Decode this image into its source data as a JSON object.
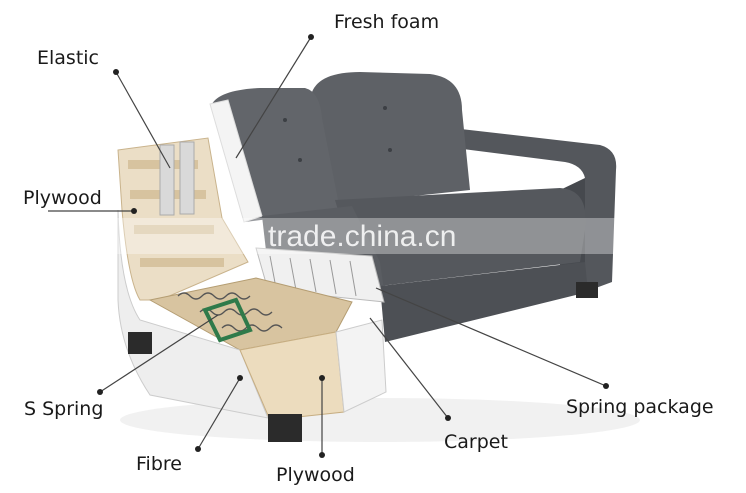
{
  "labels": {
    "fresh_foam": "Fresh foam",
    "elastic": "Elastic",
    "plywood_left": "Plywood",
    "s_spring": "S Spring",
    "fibre": "Fibre",
    "plywood_bottom": "Plywood",
    "carpet": "Carpet",
    "spring_package": "Spring package"
  },
  "watermark": "trade.china.cn",
  "colors": {
    "upholstery": "#5a5d62",
    "upholstery_dark": "#45484d",
    "upholstery_light": "#6e7177",
    "wood": "#e9dcc2",
    "wood_dark": "#cdb893",
    "foam": "#f2f2f2",
    "leg": "#2b2b2b",
    "webbing": "#2f7a4a"
  }
}
